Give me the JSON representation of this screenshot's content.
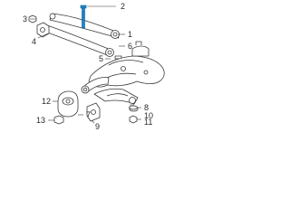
{
  "diagram": {
    "callouts": [
      "1",
      "2",
      "3",
      "4",
      "5",
      "6",
      "7",
      "8",
      "9",
      "10",
      "11",
      "12",
      "13"
    ],
    "colors": {
      "line": "#3a3a3a",
      "fill": "#ffffff",
      "highlight": "#1e88c8",
      "highlight_dark": "#0f5e96",
      "shade": "#d8d8d8"
    }
  }
}
